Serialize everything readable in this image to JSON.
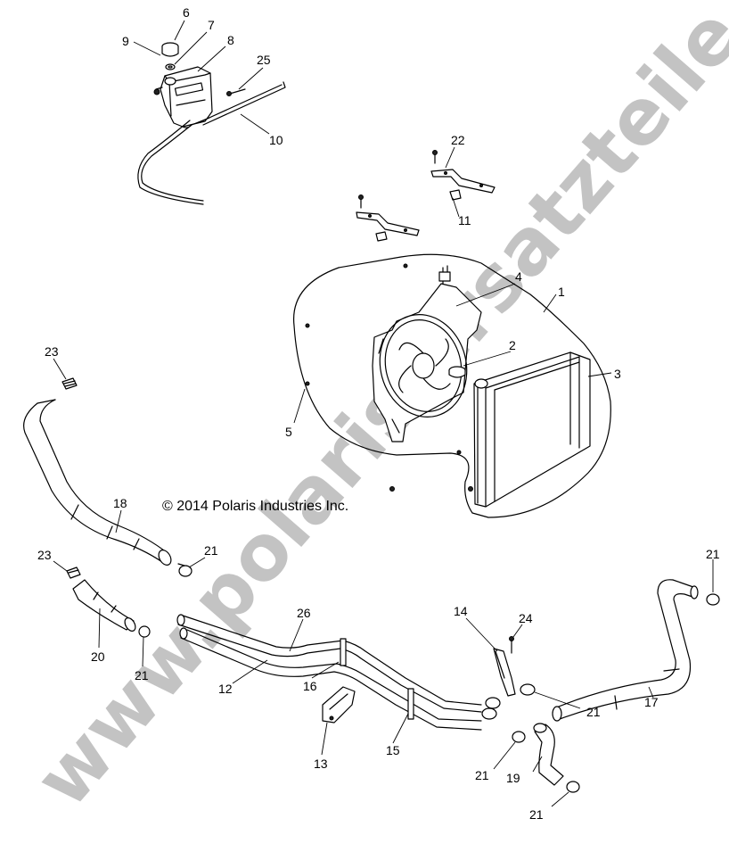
{
  "copyright": "© 2014 Polaris Industries Inc.",
  "watermark": "www.polaris-ersatzteile.de",
  "colors": {
    "ink": "#000000",
    "watermark": "#bdbdbd",
    "background": "#ffffff"
  },
  "callouts": {
    "c6": "6",
    "c7": "7",
    "c8": "8",
    "c9": "9",
    "c25": "25",
    "c10": "10",
    "c22": "22",
    "c11": "11",
    "c4": "4",
    "c1": "1",
    "c2": "2",
    "c3": "3",
    "c5": "5",
    "c23a": "23",
    "c18": "18",
    "c21a": "21",
    "c23b": "23",
    "c20": "20",
    "c21b": "21",
    "c26": "26",
    "c12": "12",
    "c16": "16",
    "c13": "13",
    "c15": "15",
    "c14": "14",
    "c24": "24",
    "c21c": "21",
    "c21d": "21",
    "c17": "17",
    "c21e": "21",
    "c19": "19",
    "c21f": "21"
  }
}
